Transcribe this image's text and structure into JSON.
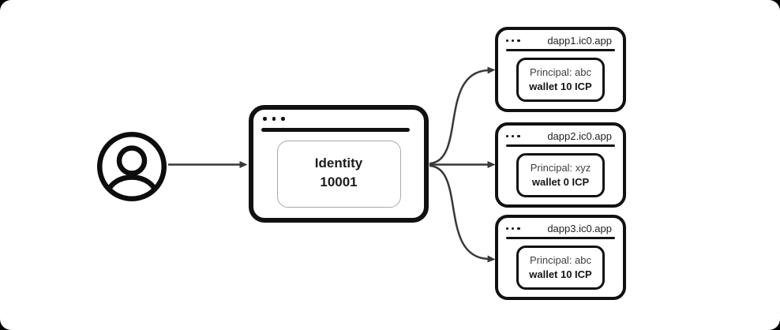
{
  "user": {
    "icon": "user-icon"
  },
  "identity_window": {
    "line1": "Identity",
    "line2": "10001"
  },
  "dapps": [
    {
      "title": "dapp1.ic0.app",
      "principal": "Principal: abc",
      "wallet": "wallet 10 ICP"
    },
    {
      "title": "dapp2.ic0.app",
      "principal": "Principal: xyz",
      "wallet": "wallet 0 ICP"
    },
    {
      "title": "dapp3.ic0.app",
      "principal": "Principal: abc",
      "wallet": "wallet 10 ICP"
    }
  ],
  "colors": {
    "box_stroke": "#111111",
    "arrow": "#383838",
    "inner_border": "#a9a9a9",
    "title_text": "#1f1f1f",
    "principal_text": "#3f3f3f",
    "wallet_text": "#141414",
    "identity_text": "#1c1c1c",
    "background": "#ffffff"
  }
}
